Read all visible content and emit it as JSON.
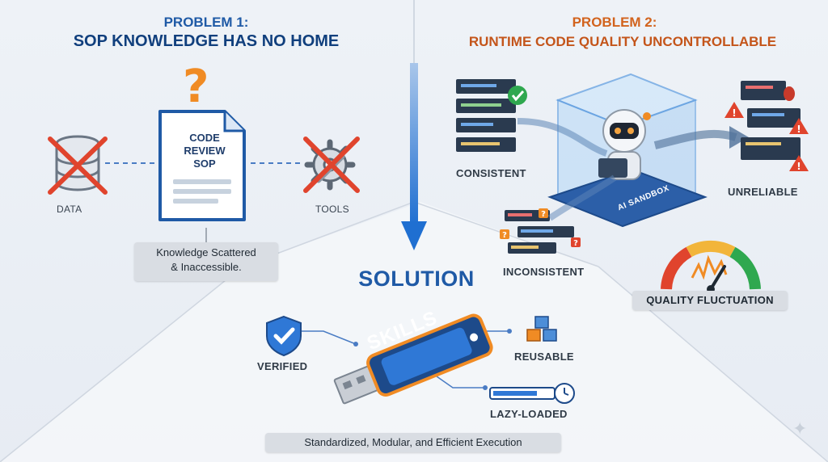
{
  "problem1": {
    "title_line1": "PROBLEM 1:",
    "title_line2": "SOP KNOWLEDGE HAS NO HOME",
    "document_line1": "CODE",
    "document_line2": "REVIEW",
    "document_line3": "SOP",
    "data_label": "DATA",
    "tools_label": "TOOLS",
    "note_line1": "Knowledge Scattered",
    "note_line2": "& Inaccessible."
  },
  "problem2": {
    "title_line1": "PROBLEM 2:",
    "title_line2": "RUNTIME CODE QUALITY UNCONTROLLABLE",
    "consistent_label": "CONSISTENT",
    "inconsistent_label": "INCONSISTENT",
    "unreliable_label": "UNRELIABLE",
    "sandbox_label": "AI SANDBOX",
    "quality_label": "QUALITY FLUCTUATION"
  },
  "solution": {
    "title": "SOLUTION",
    "usb_label": "SKILLS",
    "verified_label": "VERIFIED",
    "reusable_label": "REUSABLE",
    "lazy_label": "LAZY-LOADED",
    "footer": "Standardized, Modular, and Efficient Execution"
  },
  "colors": {
    "blue": "#1f5aa6",
    "orange": "#d2631d",
    "red": "#e0442d",
    "green": "#2fa84f"
  }
}
